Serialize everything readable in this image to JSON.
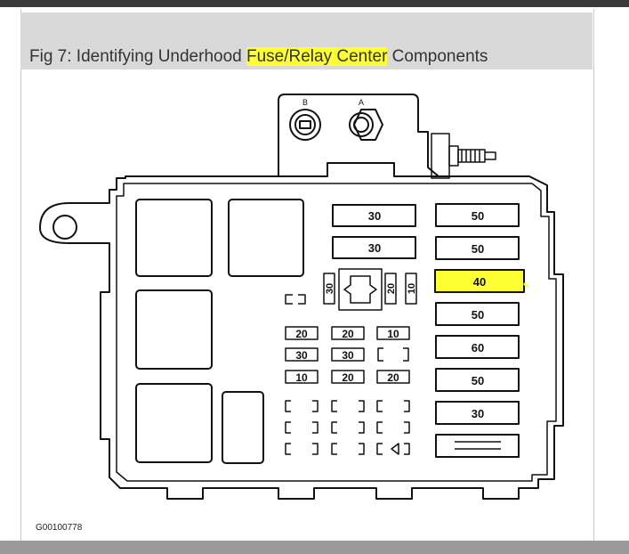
{
  "caption": {
    "prefix": "Fig 7: Identifying Underhood ",
    "highlight": "Fuse/Relay Center",
    "suffix": " Components"
  },
  "figure_id": "G00100778",
  "highlight_color": "#ffff33",
  "terminals": [
    "B",
    "A"
  ],
  "right_fuses": [
    "50",
    "50",
    "40",
    "50",
    "60",
    "50",
    "30",
    ""
  ],
  "highlighted_fuse": "40",
  "center_top_fuses": [
    "30",
    "30"
  ],
  "vertical_fuses": [
    "30",
    "20",
    "10"
  ],
  "mini_fuse_rows": [
    [
      "20",
      "20",
      "10"
    ],
    [
      "30",
      "30",
      ""
    ],
    [
      "10",
      "20",
      "20"
    ]
  ]
}
